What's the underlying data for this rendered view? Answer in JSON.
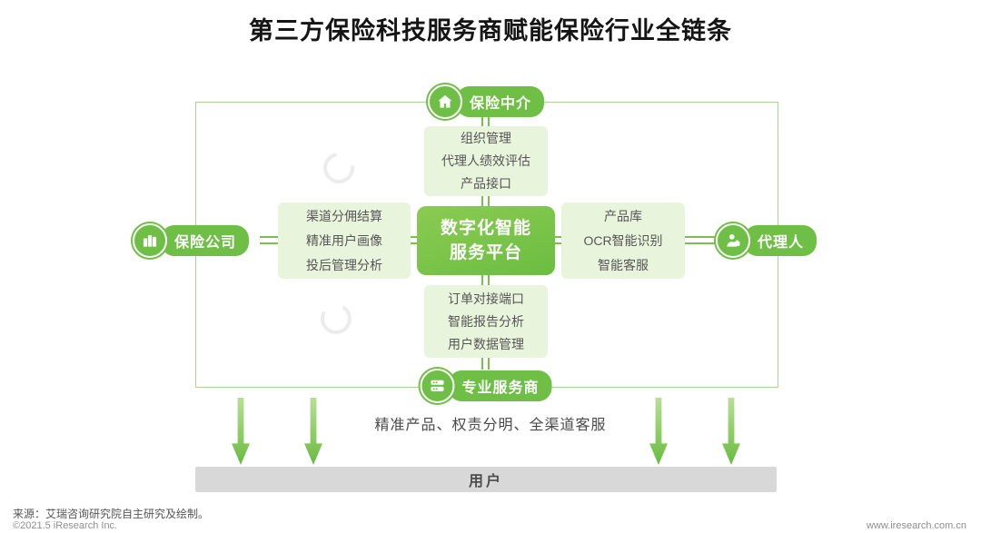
{
  "title": "第三方保险科技服务商赋能保险行业全链条",
  "diagram": {
    "center": {
      "line1": "数字化智能",
      "line2": "服务平台"
    },
    "nodes": {
      "top": {
        "label": "保险中介",
        "icon": "home-icon",
        "items": [
          "组织管理",
          "代理人绩效评估",
          "产品接口"
        ]
      },
      "left": {
        "label": "保险公司",
        "icon": "building-icon",
        "items": [
          "渠道分佣结算",
          "精准用户画像",
          "投后管理分析"
        ]
      },
      "right": {
        "label": "代理人",
        "icon": "agent-icon",
        "items": [
          "产品库",
          "OCR智能识别",
          "智能客服"
        ]
      },
      "bottom": {
        "label": "专业服务商",
        "icon": "server-icon",
        "items": [
          "订单对接端口",
          "智能报告分析",
          "用户数据管理"
        ]
      }
    },
    "benefits_text": "精准产品、权责分明、全渠道客服",
    "user_bar_label": "用户"
  },
  "footer": {
    "source": "来源：艾瑞咨询研究院自主研究及绘制。",
    "copyright": "©2021.5 iResearch Inc.",
    "website": "www.iresearch.com.cn"
  },
  "colors": {
    "primary_green": "#6fbe45",
    "light_green_panel": "#e9f4dc",
    "user_bar_gray": "#d8d8d8"
  }
}
